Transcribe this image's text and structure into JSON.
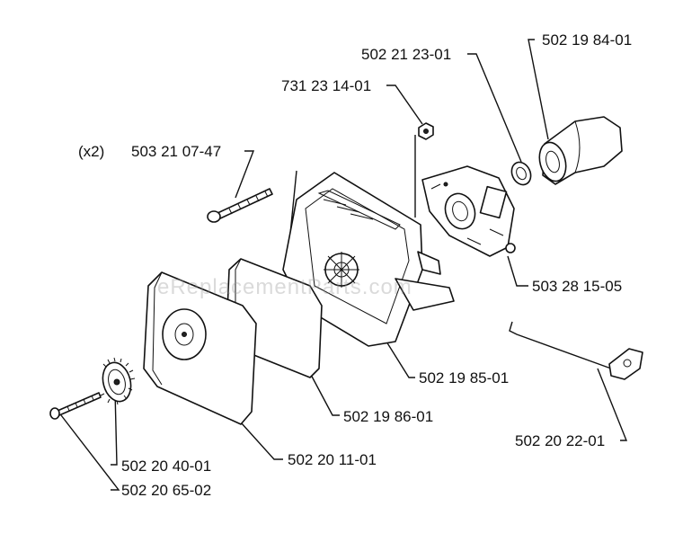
{
  "watermark": "eReplacementParts.com",
  "quantity_note": "(x2)",
  "labels": {
    "p1": "502 21 23-01",
    "p2": "502 19 84-01",
    "p3": "731 23 14-01",
    "p4": "503 21 07-47",
    "p5": "503 28 15-05",
    "p6": "502 19 85-01",
    "p7": "502 19 86-01",
    "p8": "502 20 22-01",
    "p9": "502 20 40-01",
    "p10": "502 20 11-01",
    "p11": "502 20 65-02"
  }
}
